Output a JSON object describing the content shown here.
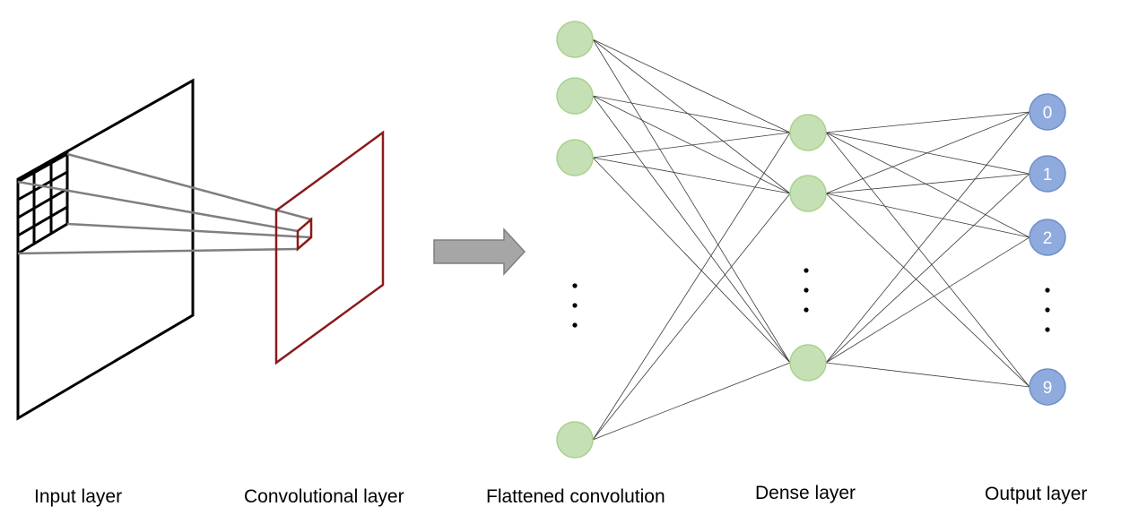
{
  "captions": {
    "input_layer": "Input layer",
    "conv_layer": "Convolutional layer",
    "flattened": "Flattened convolution",
    "dense": "Dense layer",
    "output": "Output layer"
  },
  "output_nodes": [
    "0",
    "1",
    "2",
    "9"
  ],
  "colors": {
    "green_node_fill": "#c5e0b4",
    "green_node_stroke": "#a9d18e",
    "blue_node_fill": "#8faadc",
    "blue_node_stroke": "#6f8fc9",
    "conv_layer_stroke": "#8b1a1a",
    "arrow_fill": "#a6a6a6",
    "arrow_stroke": "#7f7f7f"
  }
}
